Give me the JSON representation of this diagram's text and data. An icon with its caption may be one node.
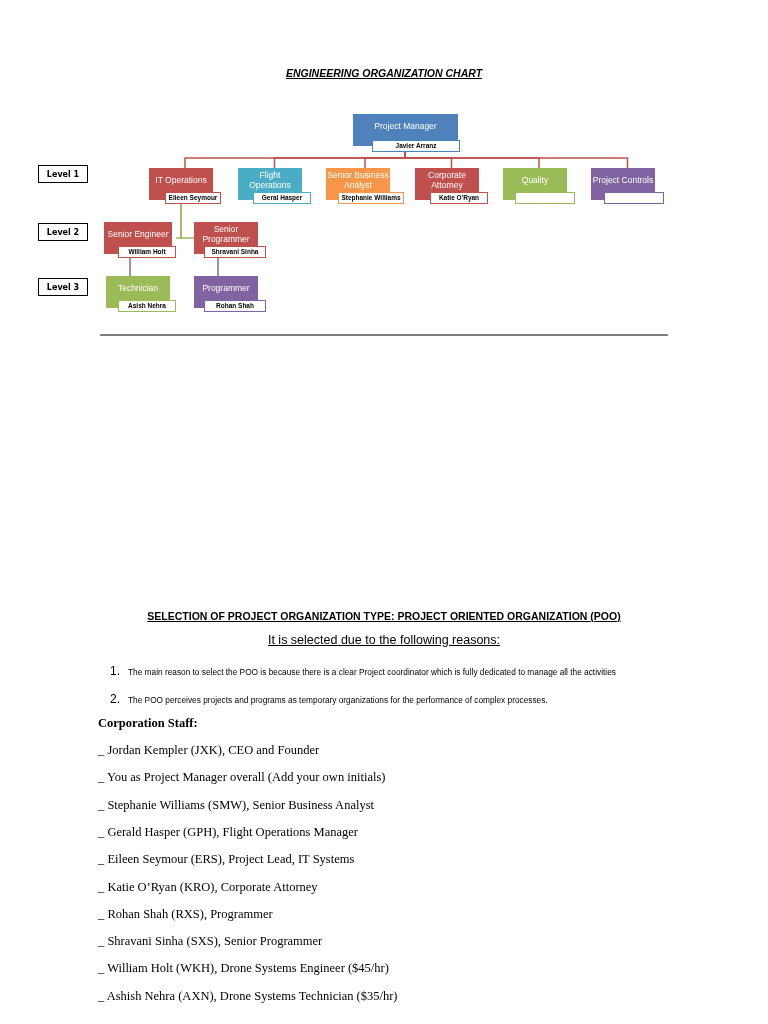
{
  "diagram": {
    "title": "ENGINEERING ORGANIZATION CHART",
    "nodes": [
      {
        "text": [
          "Project Manager",
          "Javier Arranz"
        ]
      },
      {
        "text": [
          "IT Operations",
          "Eileen Seymour"
        ]
      },
      {
        "text": [
          "Flight Operations",
          "Geral Hasper"
        ]
      },
      {
        "text": [
          "Senior Business Analyst",
          "Stephanie Williams"
        ]
      },
      {
        "text": [
          "Corporate Attorney",
          "Katie O'Ryan"
        ]
      },
      {
        "text": [
          "Quality"
        ]
      },
      {
        "text": [
          "Project Controls"
        ]
      },
      {
        "text": [
          "Senior Engineer",
          "William Holt"
        ]
      },
      {
        "text": [
          "Senior Programmer",
          "Shravani Sinha"
        ]
      },
      {
        "text": [
          "Technician",
          "Asish Nehra"
        ]
      },
      {
        "text": [
          "Programmer",
          "Rohan Shah"
        ]
      },
      {
        "text": [
          "Level 1"
        ]
      },
      {
        "text": [
          "Level 2"
        ]
      },
      {
        "text": [
          "Level 3"
        ]
      }
    ],
    "edges": [
      {
        "from": 0,
        "to": 1,
        "arrow": "none"
      },
      {
        "from": 0,
        "to": 2,
        "arrow": "none"
      },
      {
        "from": 0,
        "to": 3,
        "arrow": "none"
      },
      {
        "from": 0,
        "to": 4,
        "arrow": "none"
      },
      {
        "from": 0,
        "to": 5,
        "arrow": "none"
      },
      {
        "from": 0,
        "to": 6,
        "arrow": "none"
      },
      {
        "from": 1,
        "to": 7,
        "arrow": "none",
        "color": "#9bbb59"
      },
      {
        "from": 1,
        "to": 8,
        "arrow": "none",
        "color": "#9bbb59"
      },
      {
        "from": 7,
        "to": 9,
        "arrow": "none",
        "color": "#8064a2"
      },
      {
        "from": 8,
        "to": 10,
        "arrow": "none",
        "color": "#8064a2"
      }
    ],
    "labels": [
      "SELECTION OF PROJECT ORGANIZATION TYPE: PROJECT ORIENTED ORGANIZATION (POO)",
      "It is selected due to the following reasons:",
      "1.",
      "The main reason to select the POO is because there is a clear Project coordinator which is fully dedicated to manage all the activities",
      "2.",
      "The POO perceives projects and programs as temporary organizations for the performance of complex processes.",
      "Corporation Staff:",
      "_ Jordan Kempler (JXK), CEO and Founder",
      "_ You as Project Manager overall (Add your own initials)",
      "_ Stephanie Williams (SMW), Senior Business Analyst",
      "_ Gerald Hasper (GPH), Flight Operations Manager",
      "_ Eileen Seymour (ERS), Project Lead, IT Systems",
      "_ Katie O’Ryan (KRO), Corporate Attorney",
      "_ Rohan Shah (RXS), Programmer",
      "_ Shravani Sinha (SXS), Senior Programmer",
      "_ William Holt (WKH), Drone Systems Engineer ($45/hr)",
      "_ Ashish Nehra (AXN), Drone Systems Technician ($35/hr)"
    ]
  }
}
